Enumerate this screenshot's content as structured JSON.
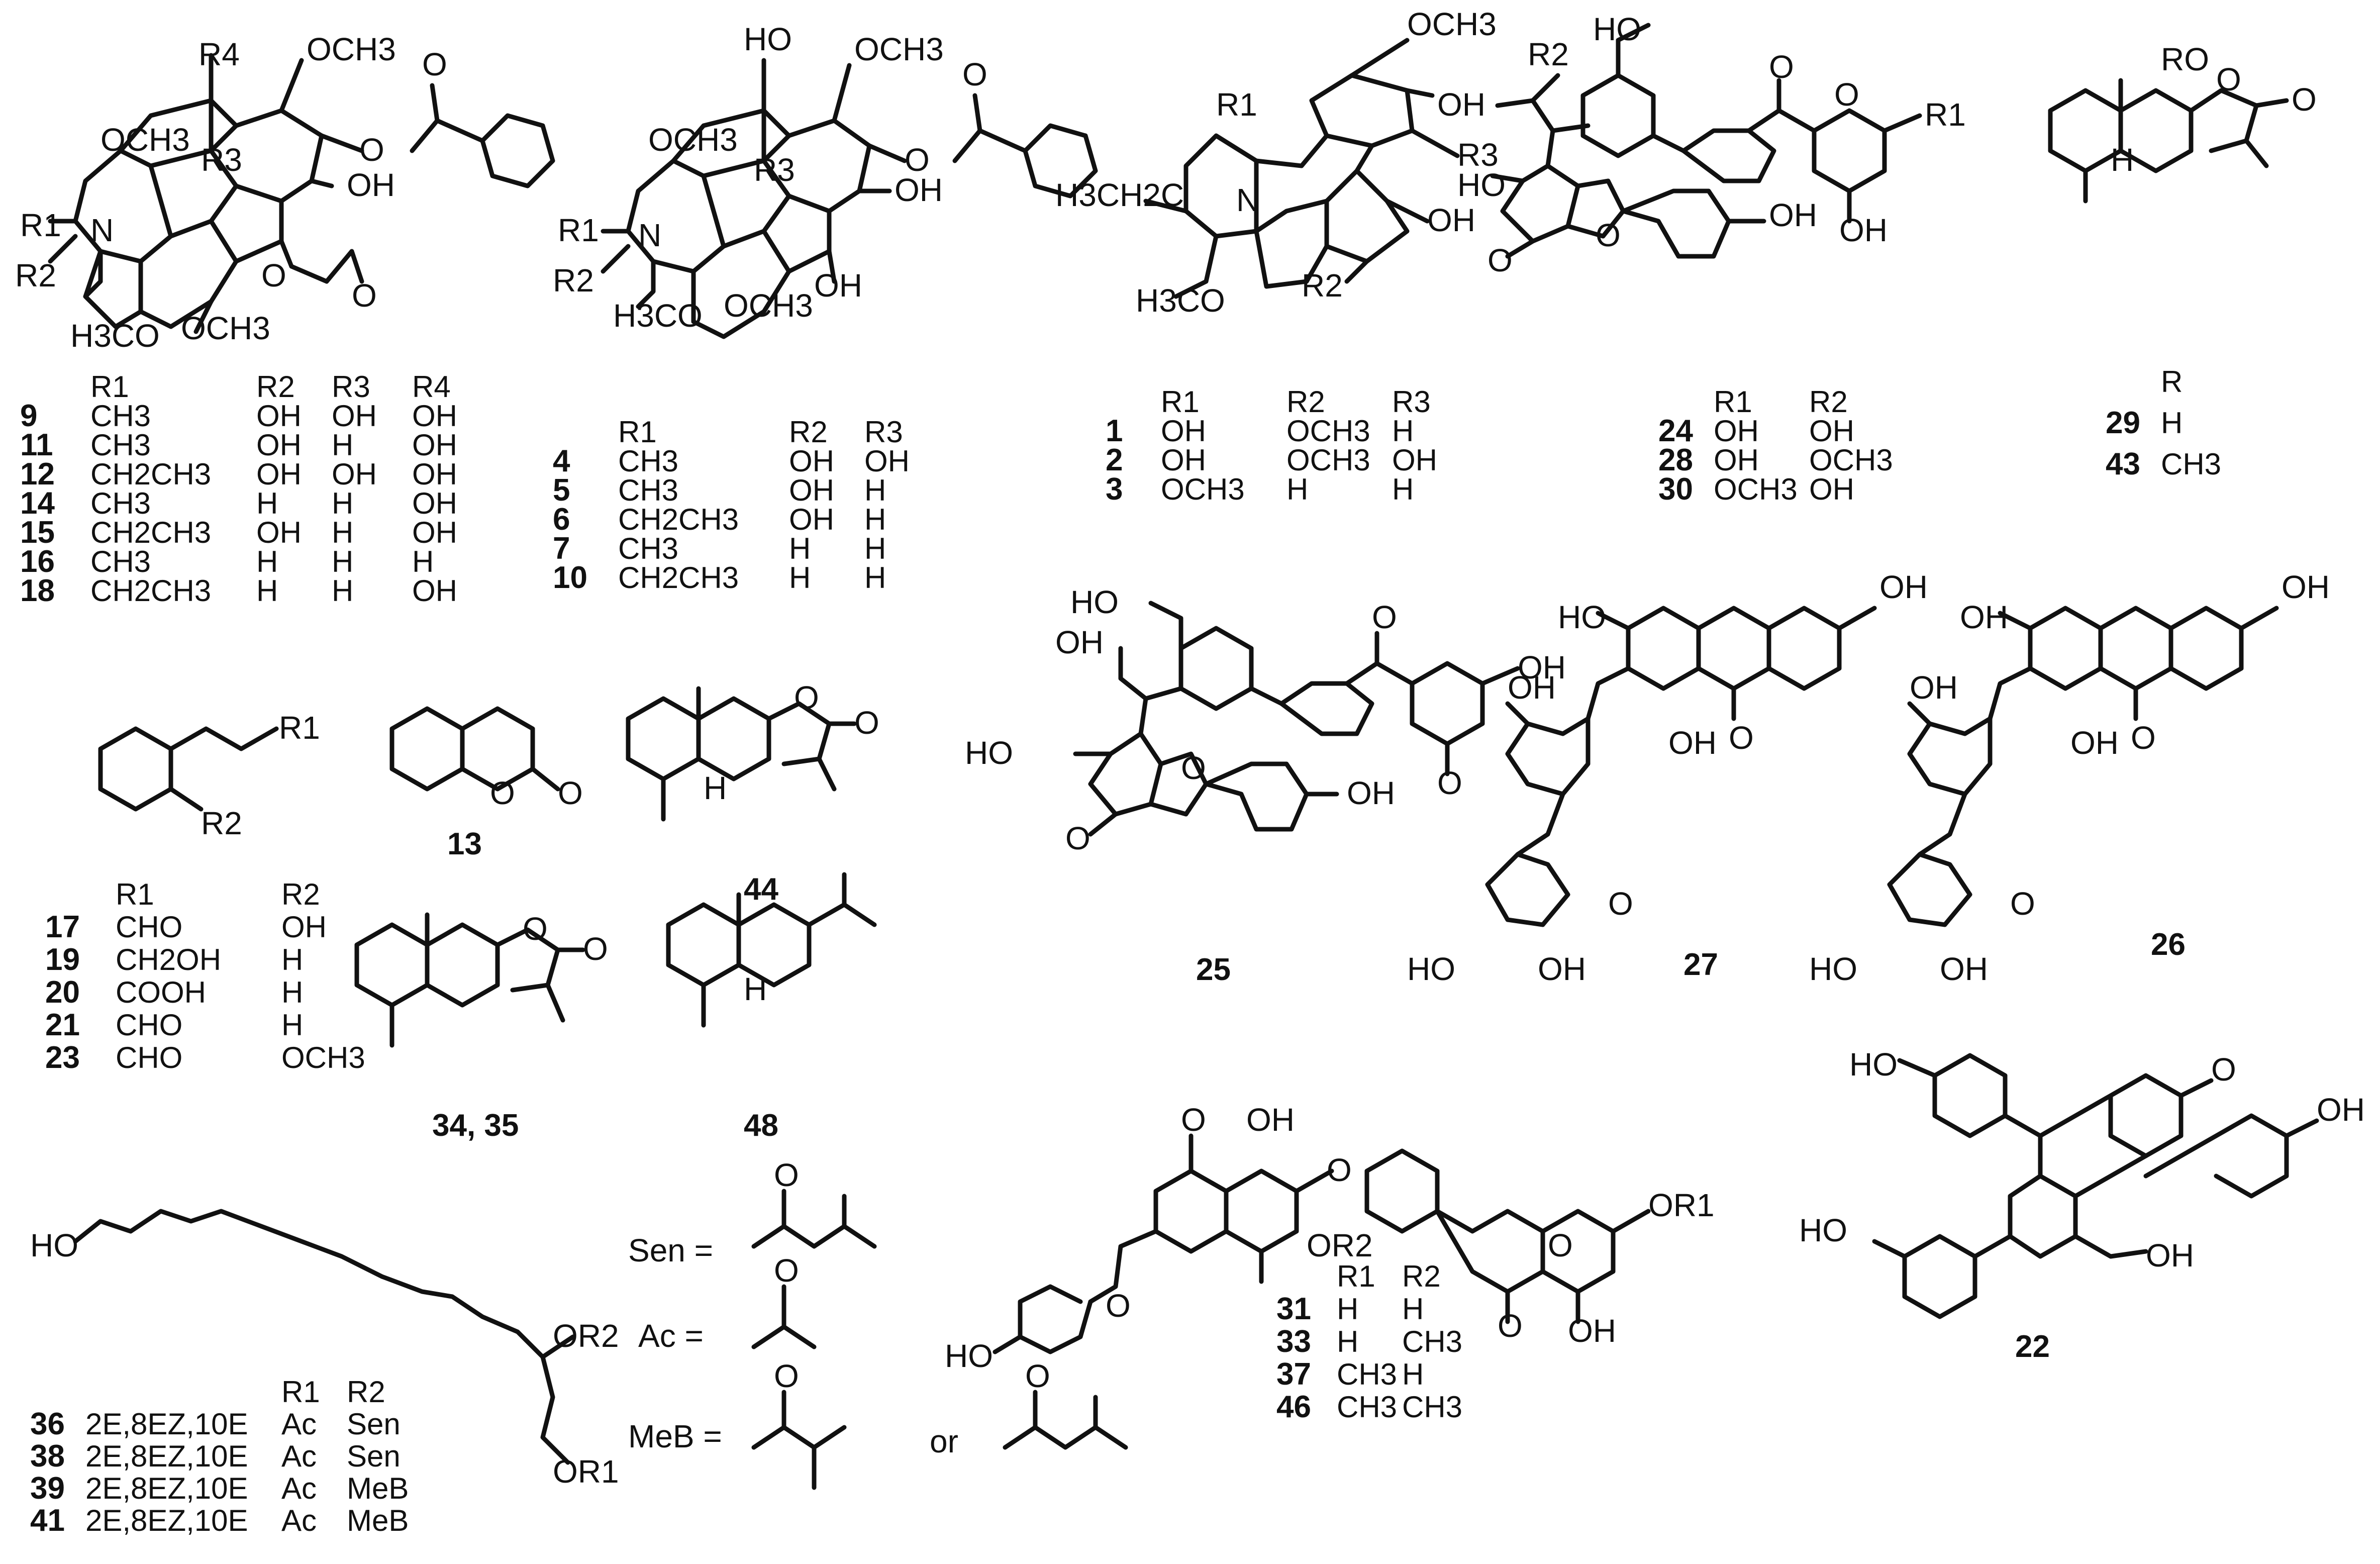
{
  "figure": {
    "tables": [
      {
        "name": "table-9",
        "headers": [
          "R1",
          "R2",
          "R3",
          "R4"
        ],
        "rows": [
          {
            "id": "9",
            "cells": [
              "CH3",
              "OH",
              "OH",
              "OH"
            ]
          },
          {
            "id": "11",
            "cells": [
              "CH3",
              "OH",
              "H",
              "OH"
            ]
          },
          {
            "id": "12",
            "cells": [
              "CH2CH3",
              "OH",
              "OH",
              "OH"
            ]
          },
          {
            "id": "14",
            "cells": [
              "CH3",
              "H",
              "H",
              "OH"
            ]
          },
          {
            "id": "15",
            "cells": [
              "CH2CH3",
              "OH",
              "H",
              "OH"
            ]
          },
          {
            "id": "16",
            "cells": [
              "CH3",
              "H",
              "H",
              "H"
            ]
          },
          {
            "id": "18",
            "cells": [
              "CH2CH3",
              "H",
              "H",
              "OH"
            ]
          }
        ]
      },
      {
        "name": "table-4",
        "headers": [
          "R1",
          "R2",
          "R3"
        ],
        "rows": [
          {
            "id": "4",
            "cells": [
              "CH3",
              "OH",
              "OH"
            ]
          },
          {
            "id": "5",
            "cells": [
              "CH3",
              "OH",
              "H"
            ]
          },
          {
            "id": "6",
            "cells": [
              "CH2CH3",
              "OH",
              "H"
            ]
          },
          {
            "id": "7",
            "cells": [
              "CH3",
              "H",
              "H"
            ]
          },
          {
            "id": "10",
            "cells": [
              "CH2CH3",
              "H",
              "H"
            ]
          }
        ]
      },
      {
        "name": "table-1",
        "headers": [
          "R1",
          "R2",
          "R3"
        ],
        "rows": [
          {
            "id": "1",
            "cells": [
              "OH",
              "OCH3",
              "H"
            ]
          },
          {
            "id": "2",
            "cells": [
              "OH",
              "OCH3",
              "OH"
            ]
          },
          {
            "id": "3",
            "cells": [
              "OCH3",
              "H",
              "H"
            ]
          }
        ]
      },
      {
        "name": "table-24",
        "headers": [
          "R1",
          "R2"
        ],
        "rows": [
          {
            "id": "24",
            "cells": [
              "OH",
              "OH"
            ]
          },
          {
            "id": "28",
            "cells": [
              "OH",
              "OCH3"
            ]
          },
          {
            "id": "30",
            "cells": [
              "OCH3",
              "OH"
            ]
          }
        ]
      },
      {
        "name": "table-29",
        "headers": [
          "R"
        ],
        "rows": [
          {
            "id": "29",
            "cells": [
              "H"
            ]
          },
          {
            "id": "43",
            "cells": [
              "CH3"
            ]
          }
        ]
      },
      {
        "name": "table-17",
        "headers": [
          "R1",
          "R2"
        ],
        "rows": [
          {
            "id": "17",
            "cells": [
              "CHO",
              "OH"
            ]
          },
          {
            "id": "19",
            "cells": [
              "CH2OH",
              "H"
            ]
          },
          {
            "id": "20",
            "cells": [
              "COOH",
              "H"
            ]
          },
          {
            "id": "21",
            "cells": [
              "CHO",
              "H"
            ]
          },
          {
            "id": "23",
            "cells": [
              "CHO",
              "OCH3"
            ]
          }
        ]
      },
      {
        "name": "table-31",
        "headers": [
          "R1",
          "R2"
        ],
        "rows": [
          {
            "id": "31",
            "cells": [
              "H",
              "H"
            ]
          },
          {
            "id": "33",
            "cells": [
              "H",
              "CH3"
            ]
          },
          {
            "id": "37",
            "cells": [
              "CH3",
              "H"
            ]
          },
          {
            "id": "46",
            "cells": [
              "CH3",
              "CH3"
            ]
          }
        ]
      },
      {
        "name": "table-36",
        "headers": [
          "",
          "R1",
          "R2"
        ],
        "rows": [
          {
            "id": "36",
            "cells": [
              "2E,8EZ,10E",
              "Ac",
              "Sen"
            ]
          },
          {
            "id": "38",
            "cells": [
              "2E,8EZ,10E",
              "Ac",
              "Sen"
            ]
          },
          {
            "id": "39",
            "cells": [
              "2E,8EZ,10E",
              "Ac",
              "MeB"
            ]
          },
          {
            "id": "41",
            "cells": [
              "2E,8EZ,10E",
              "Ac",
              "MeB"
            ]
          }
        ]
      }
    ],
    "compound_labels": {
      "c13": "13",
      "c44": "44",
      "c34": "34, 35",
      "c48": "48",
      "c25": "25",
      "c27": "27",
      "c26": "26",
      "c22": "22"
    },
    "group_defs": {
      "sen": "Sen =",
      "ac": "Ac =",
      "meb": "MeB =",
      "or": "or"
    },
    "atom_labels": {
      "r4": "R4",
      "och3": "OCH3",
      "och3b": "OCH3",
      "r3": "R3",
      "oh": "OH",
      "r1": "R1",
      "r2": "R2",
      "n": "N",
      "h3co": "H3CO",
      "ho": "HO",
      "o": "O",
      "h": "H",
      "ch3ch2": "H3CH2C",
      "ro": "RO",
      "or1": "OR1",
      "or2": "OR2"
    }
  }
}
